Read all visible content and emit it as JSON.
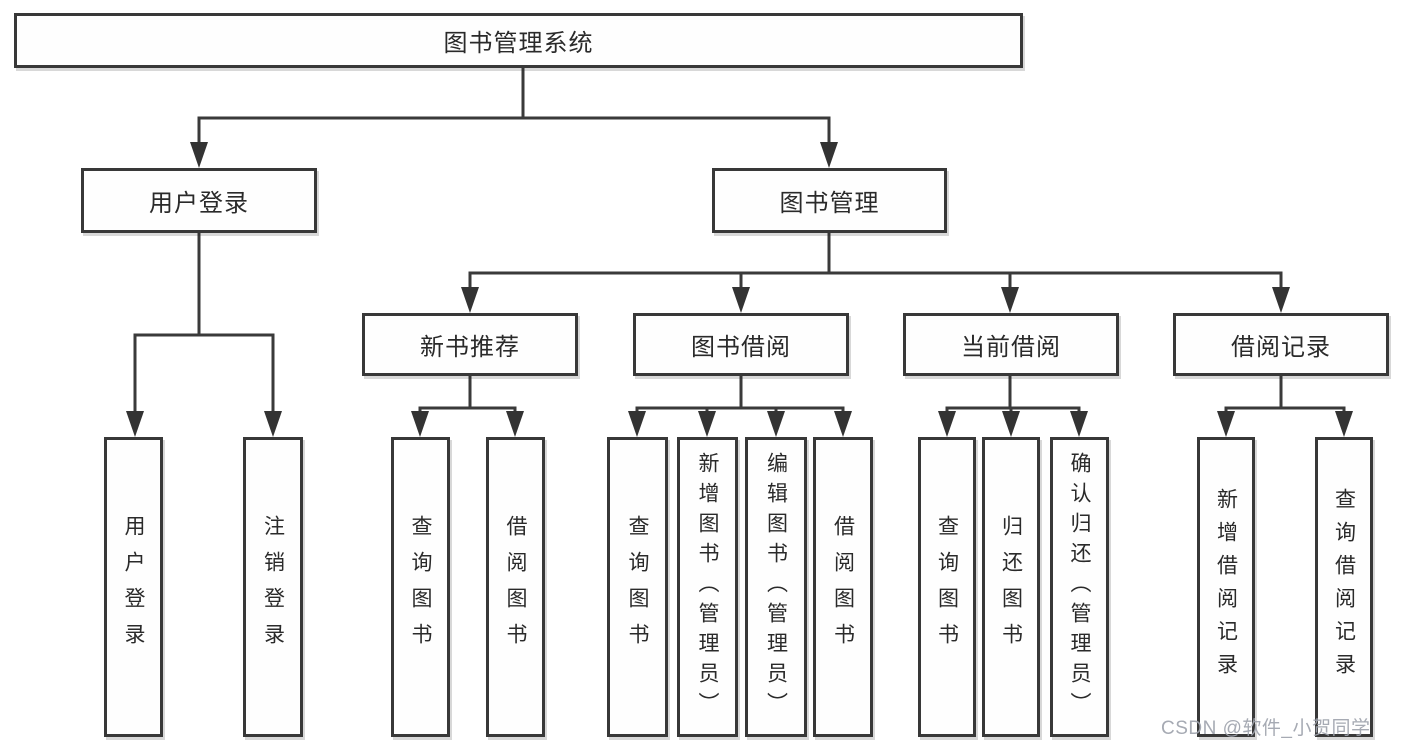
{
  "diagram": {
    "root": {
      "label": "图书管理系统"
    },
    "branches": [
      {
        "label": "用户登录",
        "children": [
          {
            "label": "用户登录"
          },
          {
            "label": "注销登录"
          }
        ]
      },
      {
        "label": "图书管理",
        "children": [
          {
            "label": "新书推荐",
            "children": [
              {
                "label": "查询图书"
              },
              {
                "label": "借阅图书"
              }
            ]
          },
          {
            "label": "图书借阅",
            "children": [
              {
                "label": "查询图书"
              },
              {
                "label": "新增图书（管理员）"
              },
              {
                "label": "编辑图书（管理员）"
              },
              {
                "label": "借阅图书"
              }
            ]
          },
          {
            "label": "当前借阅",
            "children": [
              {
                "label": "查询图书"
              },
              {
                "label": "归还图书"
              },
              {
                "label": "确认归还（管理员）"
              }
            ]
          },
          {
            "label": "借阅记录",
            "children": [
              {
                "label": "新增借阅记录"
              },
              {
                "label": "查询借阅记录"
              }
            ]
          }
        ]
      }
    ]
  },
  "watermark": {
    "text": "CSDN @软件_小贺同学"
  },
  "colors": {
    "background": "#ffffff",
    "line": "#3a3a3a",
    "box_border": "#383838",
    "box_fill": "#fefefe",
    "text": "#2a2a2a",
    "watermark": "#9ea3ac"
  }
}
